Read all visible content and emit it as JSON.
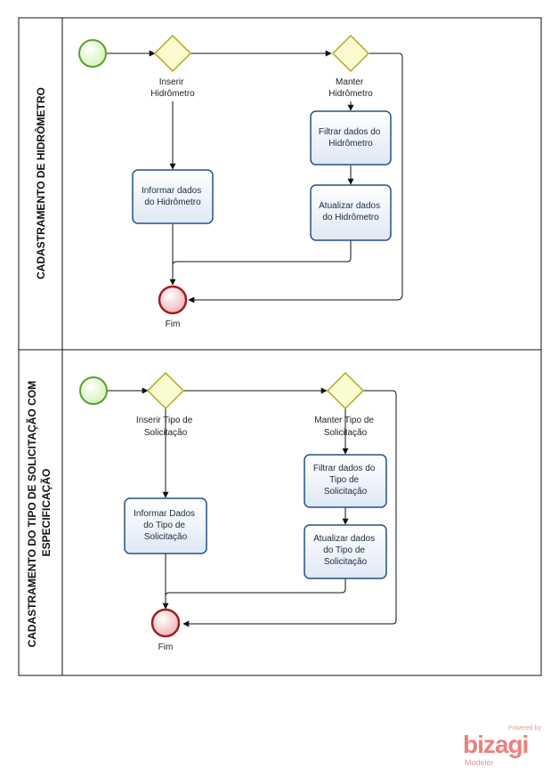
{
  "pools": [
    {
      "title": "CADASTRAMENTO DE HIDRÔMETRO",
      "start_label": "",
      "gateway1_label": [
        "Inserir",
        "Hidrômetro"
      ],
      "gateway2_label": [
        "Manter",
        "Hidrômetro"
      ],
      "task_insert": [
        "Informar dados",
        "do Hidrômetro"
      ],
      "task_filter": [
        "Filtrar dados do",
        "Hidrômetro"
      ],
      "task_update": [
        "Atualizar dados",
        "do Hidrômetro"
      ],
      "end_label": "Fim"
    },
    {
      "title": [
        "CADASTRAMENTO DO TIPO DE SOLICITAÇÃO COM",
        "ESPECIFICAÇÃO"
      ],
      "gateway1_label": [
        "Inserir Tipo de",
        "Solicitação"
      ],
      "gateway2_label": [
        "Manter Tipo de",
        "Solicitação"
      ],
      "task_insert": [
        "Informar Dados",
        "do Tipo de",
        "Solicitação"
      ],
      "task_filter": [
        "Filtrar dados do",
        "Tipo de",
        "Solicitação"
      ],
      "task_update": [
        "Atualizar dados",
        "do Tipo de",
        "Solicitação"
      ],
      "end_label": "Fim"
    }
  ],
  "watermark": {
    "powered": "Powered by",
    "brand": "bizagi",
    "sub": "Modeler"
  },
  "colors": {
    "start_stroke": "#5aa02c",
    "start_fill": "#e6f7cf",
    "gateway_stroke": "#b0a81e",
    "gateway_fill": "#fbfbd0",
    "task_stroke": "#23508c",
    "task_fill": "#eef3fb",
    "end_stroke": "#a11d22",
    "end_fill": "#f4c9cb"
  }
}
